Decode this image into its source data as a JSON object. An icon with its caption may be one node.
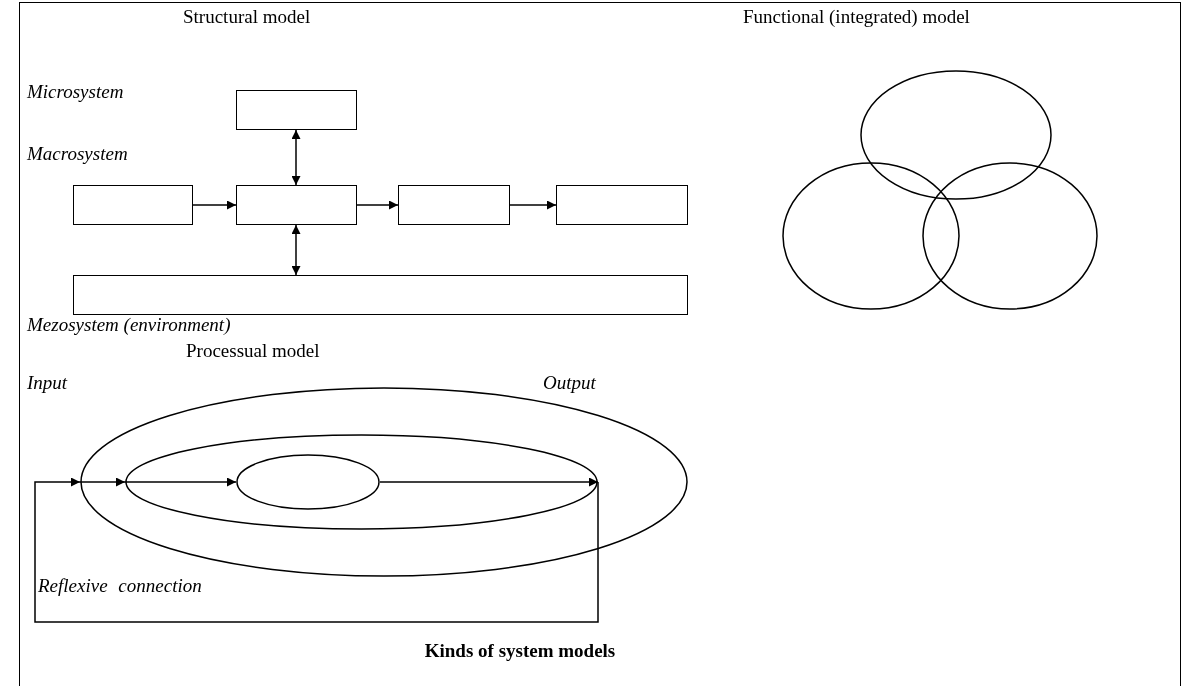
{
  "diagram": {
    "caption": "Kinds of system models",
    "nodes": [
      {
        "text": [],
        "shape": "box"
      },
      {
        "text": [],
        "shape": "box"
      },
      {
        "text": [],
        "shape": "box"
      },
      {
        "text": [],
        "shape": "box"
      },
      {
        "text": [],
        "shape": "box"
      },
      {
        "text": [],
        "shape": "bar"
      },
      {
        "text": [],
        "shape": "circle"
      },
      {
        "text": [],
        "shape": "circle"
      },
      {
        "text": [],
        "shape": "circle"
      },
      {
        "text": [],
        "shape": "ellipse"
      },
      {
        "text": [],
        "shape": "ellipse",
        "in": 9
      },
      {
        "text": [],
        "shape": "ellipse",
        "in": 10
      }
    ],
    "edges": [
      {
        "from": 0,
        "to": 2,
        "arrow": "both"
      },
      {
        "from": 1,
        "to": 2,
        "arrow": "to"
      },
      {
        "from": 2,
        "to": 3,
        "arrow": "to"
      },
      {
        "from": 3,
        "to": 4,
        "arrow": "to"
      },
      {
        "from": 2,
        "to": 5,
        "arrow": "both"
      },
      {
        "from": 10,
        "to": 9,
        "arrow": "to"
      },
      {
        "from": 9,
        "to": 10,
        "arrow": "to"
      },
      {
        "from": 10,
        "to": 11,
        "arrow": "to"
      },
      {
        "from": 11,
        "to": 10,
        "arrow": "to"
      }
    ],
    "labels": [
      "Structural model",
      "Functional (integrated) model",
      "Microsystem",
      "Macrosystem",
      "Mezosystem (environment)",
      "Processual model",
      "Input",
      "Output",
      "Reflexive connection"
    ]
  }
}
